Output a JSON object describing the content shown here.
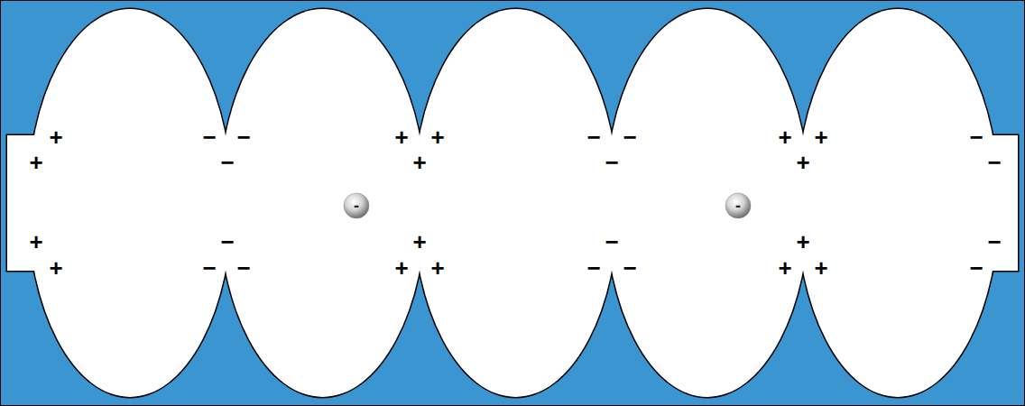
{
  "diagram": {
    "nodes": [
      {
        "text": [
          "-"
        ]
      },
      {
        "text": [
          "-"
        ]
      }
    ],
    "labels": [
      "+",
      "+",
      "+",
      "+",
      "−",
      "−",
      "−",
      "−",
      "−",
      "−",
      "+",
      "+",
      "+",
      "+",
      "+",
      "+",
      "−",
      "−",
      "−",
      "−",
      "−",
      "−",
      "+",
      "+",
      "+",
      "+",
      "+",
      "+",
      "−",
      "−",
      "−",
      "−"
    ]
  }
}
